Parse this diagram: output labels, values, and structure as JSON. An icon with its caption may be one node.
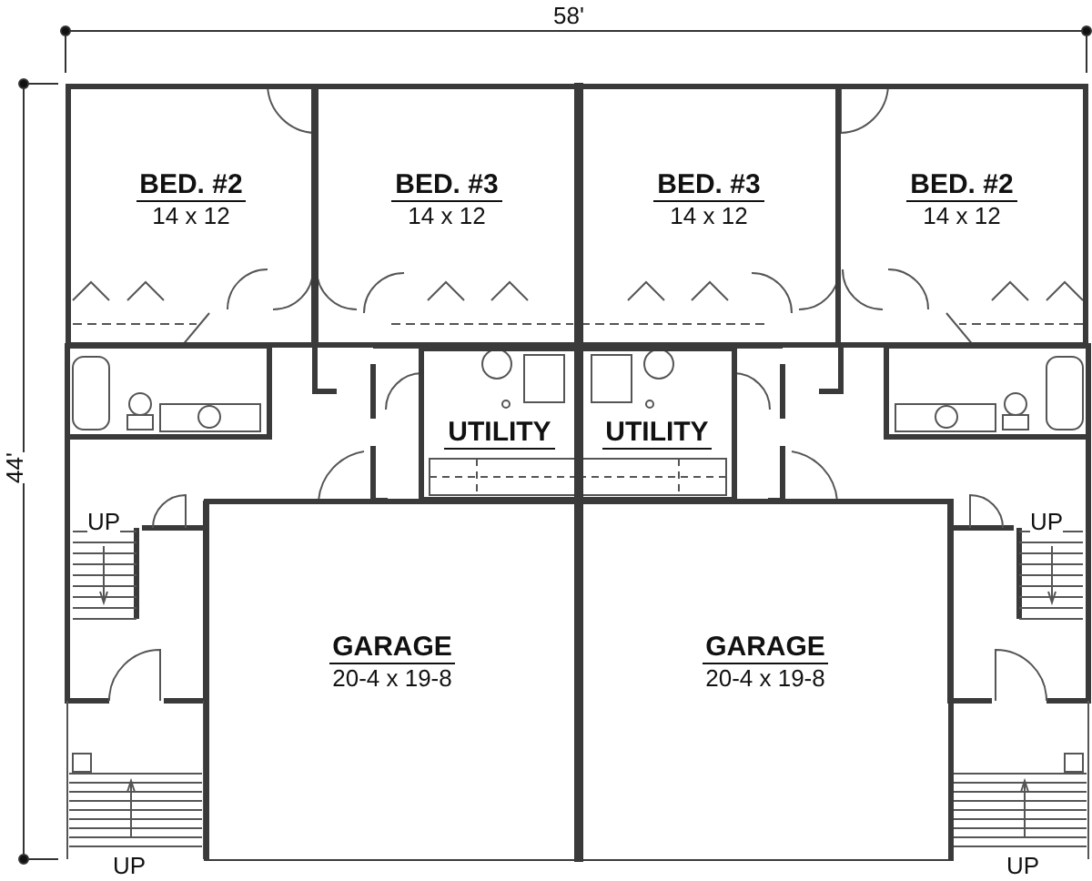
{
  "diagram": {
    "nodes": [
      {
        "text": [
          "BED. #2",
          "14 x 12"
        ]
      },
      {
        "text": [
          "BED. #3",
          "14 x 12"
        ]
      },
      {
        "text": [
          "BED. #3",
          "14 x 12"
        ]
      },
      {
        "text": [
          "BED. #2",
          "14 x 12"
        ]
      },
      {
        "text": [
          "UTILITY"
        ]
      },
      {
        "text": [
          "UTILITY"
        ]
      },
      {
        "text": [
          "GARAGE",
          "20-4 x 19-8"
        ]
      },
      {
        "text": [
          "GARAGE",
          "20-4 x 19-8"
        ]
      }
    ],
    "labels": [
      "58'",
      "44'",
      "UP",
      "UP",
      "UP",
      "UP"
    ]
  }
}
